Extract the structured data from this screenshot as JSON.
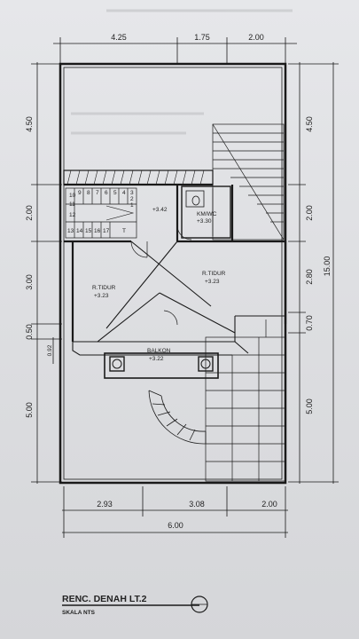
{
  "dimensions": {
    "top": [
      "4.25",
      "1.75",
      "2.00"
    ],
    "left": [
      "4.50",
      "2.00",
      "3.00",
      "0.50",
      "5.00"
    ],
    "left_inner": "0.92",
    "right": [
      "4.50",
      "2.00",
      "2.80",
      "0.70",
      "5.00"
    ],
    "right_total": "15.00",
    "bottom": [
      "2.93",
      "3.08",
      "2.00"
    ],
    "bottom_total": "6.00"
  },
  "rooms": {
    "hall_level": "+3.42",
    "bath_name": "KM/WC",
    "bath_level": "+3.30",
    "bed_left_name": "R.TIDUR",
    "bed_left_level": "+3.23",
    "bed_right_name": "R.TIDUR",
    "bed_right_level": "+3.23",
    "balcony_name": "BALKON",
    "balcony_level": "+3.22"
  },
  "stair_numbers": [
    "1",
    "2",
    "3",
    "4",
    "5",
    "6",
    "7",
    "8",
    "9",
    "10",
    "11",
    "12",
    "13",
    "14",
    "15",
    "16",
    "17"
  ],
  "stair_marker": "T",
  "title_block": {
    "title": "RENC. DENAH LT.2",
    "scale": "SKALA NTS"
  }
}
